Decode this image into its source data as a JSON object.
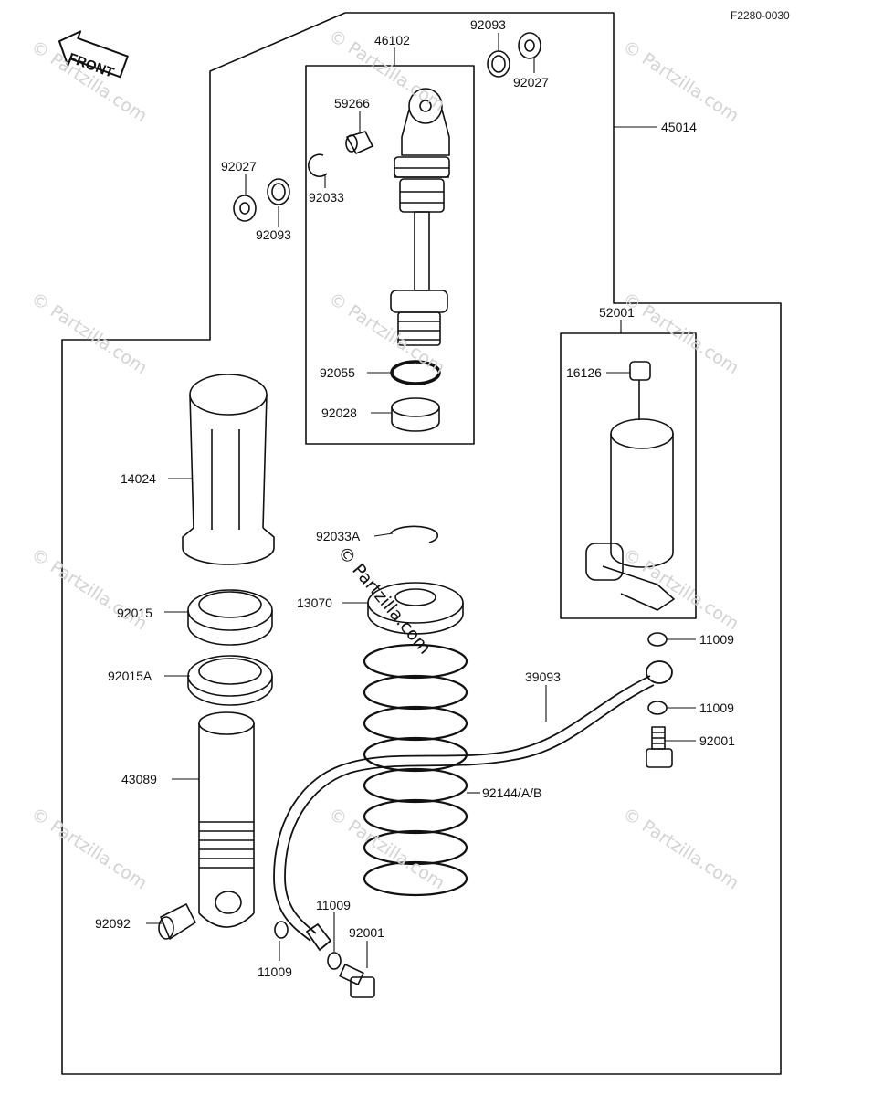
{
  "diagram": {
    "code": "F2280-0030",
    "front_label": "FRONT",
    "watermark": "© Partzilla.com",
    "colors": {
      "line": "#111111",
      "watermark": "#d3d3d3",
      "background": "#ffffff"
    }
  },
  "parts": {
    "p46102": "46102",
    "p92093_top": "92093",
    "p92027_top": "92027",
    "p45014": "45014",
    "p59266": "59266",
    "p92027_left": "92027",
    "p92033": "92033",
    "p92093_left": "92093",
    "p52001": "52001",
    "p16126": "16126",
    "p92055": "92055",
    "p92028": "92028",
    "p14024": "14024",
    "p92033A": "92033A",
    "p13070": "13070",
    "p92015": "92015",
    "p92015A": "92015A",
    "p11009_r1": "11009",
    "p39093": "39093",
    "p11009_r2": "11009",
    "p92001_r": "92001",
    "p43089": "43089",
    "p92144": "92144/A/B",
    "p11009_b1": "11009",
    "p92001_b": "92001",
    "p92092": "92092",
    "p11009_b2": "11009"
  }
}
